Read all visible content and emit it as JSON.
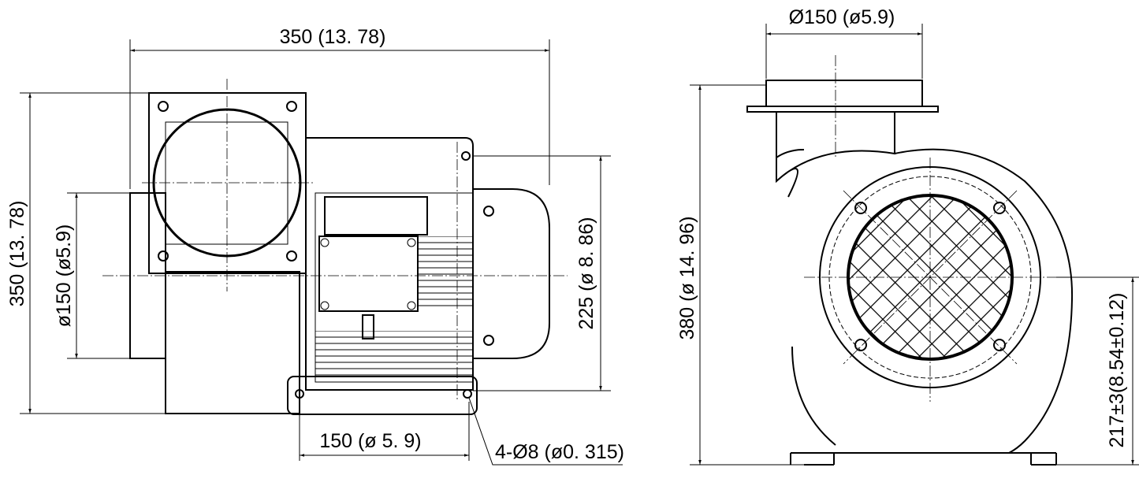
{
  "front_view": {
    "width_label": "350 (13. 78)",
    "height_label": "350 (13. 78)",
    "inlet_dia_label": "ø150 (ø5.9)",
    "mount_height_label": "225 (ø 8. 86)",
    "mount_width_label": "150 (ø 5. 9)",
    "hole_label": "4-Ø8 (ø0. 315)"
  },
  "side_view": {
    "outlet_dia_label": "Ø150 (ø5.9)",
    "total_height_label": "380 (ø 14. 96)",
    "center_height_label": "217±3(8.54±0.12)"
  }
}
